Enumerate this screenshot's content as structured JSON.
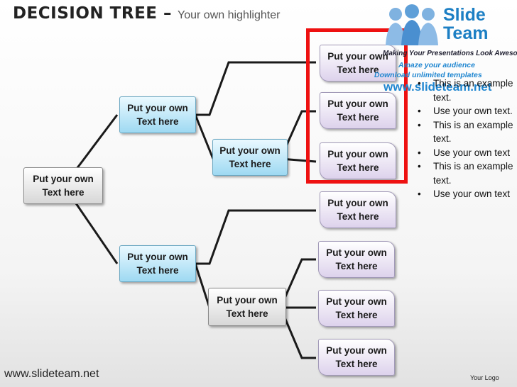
{
  "header": {
    "title": "DECISION TREE –",
    "subtitle": "Your own highlighter"
  },
  "nodes": {
    "root": "Put your own Text here",
    "mid_top": "Put your own Text here",
    "mid_bottom": "Put your own Text here",
    "inner_top": "Put your own Text here",
    "inner_bottom": "Put your own Text here",
    "leaf_1": "Put your own Text here",
    "leaf_2": "Put your own Text here",
    "leaf_3": "Put your own Text here",
    "leaf_4": "Put your own Text here",
    "leaf_5": "Put your own Text here",
    "leaf_6": "Put your own Text here",
    "leaf_7": "Put your own Text here"
  },
  "bullets": [
    "This is an example text.",
    "Use your own text.",
    "This is an example text.",
    "Use your own text",
    "This is an example text.",
    "Use your own text"
  ],
  "logo": {
    "brand_line1": "Slide",
    "brand_line2": "Team",
    "tagline": "Making Your Presentations Look Awesome",
    "promo1": "Amaze your audience",
    "promo2": "Download unlimited templates",
    "url": "www.slideteam.net"
  },
  "footer": {
    "url": "www.slideteam.net",
    "logo_text": "Your Logo"
  },
  "colors": {
    "highlighter": "#ee1111",
    "blue_node": "#9ed9f2",
    "purple_node": "#ddd2ec",
    "brand_blue": "#1c7fc4"
  }
}
